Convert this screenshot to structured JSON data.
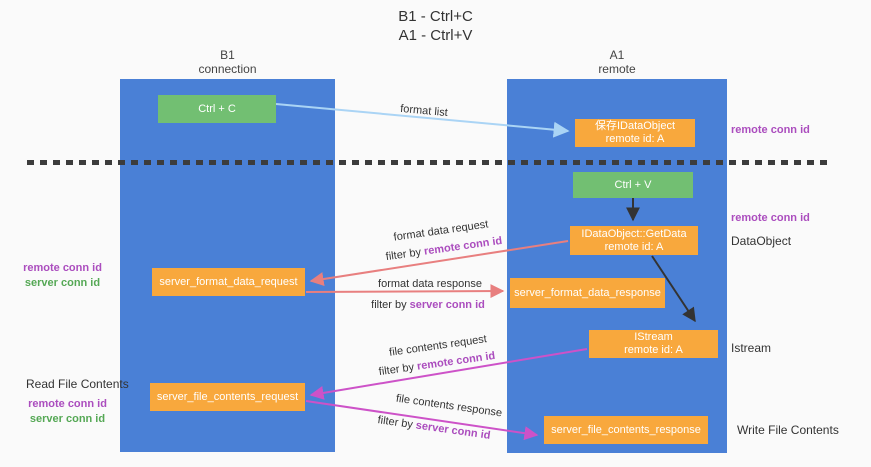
{
  "title": {
    "line1": "B1 - Ctrl+C",
    "line2": "A1 - Ctrl+V"
  },
  "lanes": {
    "left": {
      "header_line1": "B1",
      "header_line2": "connection"
    },
    "right": {
      "header_line1": "A1",
      "header_line2": "remote"
    }
  },
  "nodes": {
    "ctrl_c": "Ctrl + C",
    "ctrl_v": "Ctrl + V",
    "save_dataobject_line1": "保存IDataObject",
    "save_dataobject_line2": "remote id: A",
    "getdata_line1": "IDataObject::GetData",
    "getdata_line2": "remote id: A",
    "istream_line1": "IStream",
    "istream_line2": "remote id: A",
    "server_format_data_request": "server_format_data_request",
    "server_format_data_response": "server_format_data_response",
    "server_file_contents_request": "server_file_contents_request",
    "server_file_contents_response": "server_file_contents_response"
  },
  "edge_labels": {
    "format_list": "format list",
    "format_data_request": "format data request",
    "format_data_response": "format data response",
    "file_contents_request": "file contents request",
    "file_contents_response": "file contents response",
    "filter_by": "filter by",
    "remote_conn_id": "remote conn id",
    "server_conn_id": "server conn id"
  },
  "side_labels": {
    "remote_conn_id": "remote conn id",
    "server_conn_id": "server conn id",
    "read_file_contents": "Read File Contents",
    "write_file_contents": "Write File Contents",
    "dataobject": "DataObject",
    "istream": "Istream"
  },
  "colors": {
    "lane_blue": "#4a80d6",
    "node_green": "#72bf72",
    "node_orange": "#f8a83d",
    "arrow_light_blue": "#aad4f5",
    "arrow_salmon": "#e87f7f",
    "arrow_magenta": "#cd52c8",
    "arrow_black": "#333333",
    "label_purple": "#ab4dbe",
    "label_green": "#55a855",
    "background": "#fafafa"
  }
}
